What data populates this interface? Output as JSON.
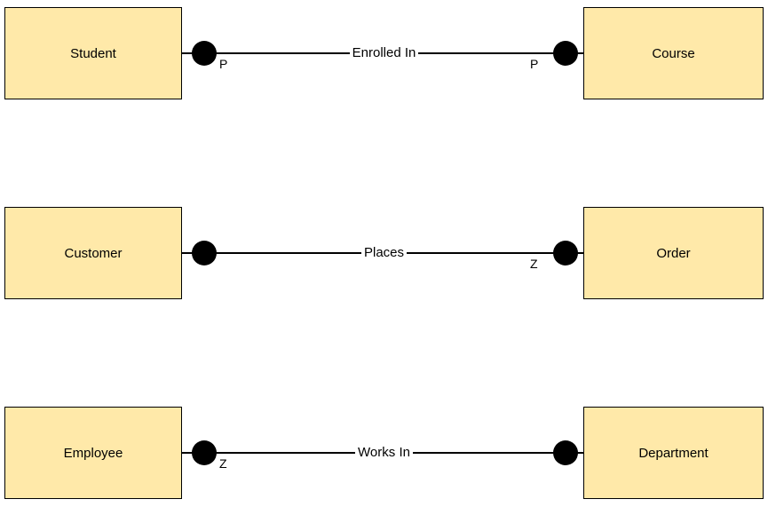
{
  "theme": {
    "canvas_bg": "#ffffff",
    "entity_fill": "#ffe9a9",
    "entity_border": "#000000",
    "connector_color": "#000000"
  },
  "diagram": {
    "rows": [
      {
        "left_entity": "Student",
        "right_entity": "Course",
        "relationship": "Enrolled In",
        "left_cardinality": "P",
        "right_cardinality": "P"
      },
      {
        "left_entity": "Customer",
        "right_entity": "Order",
        "relationship": "Places",
        "left_cardinality": "",
        "right_cardinality": "Z"
      },
      {
        "left_entity": "Employee",
        "right_entity": "Department",
        "relationship": "Works In",
        "left_cardinality": "Z",
        "right_cardinality": ""
      }
    ]
  }
}
